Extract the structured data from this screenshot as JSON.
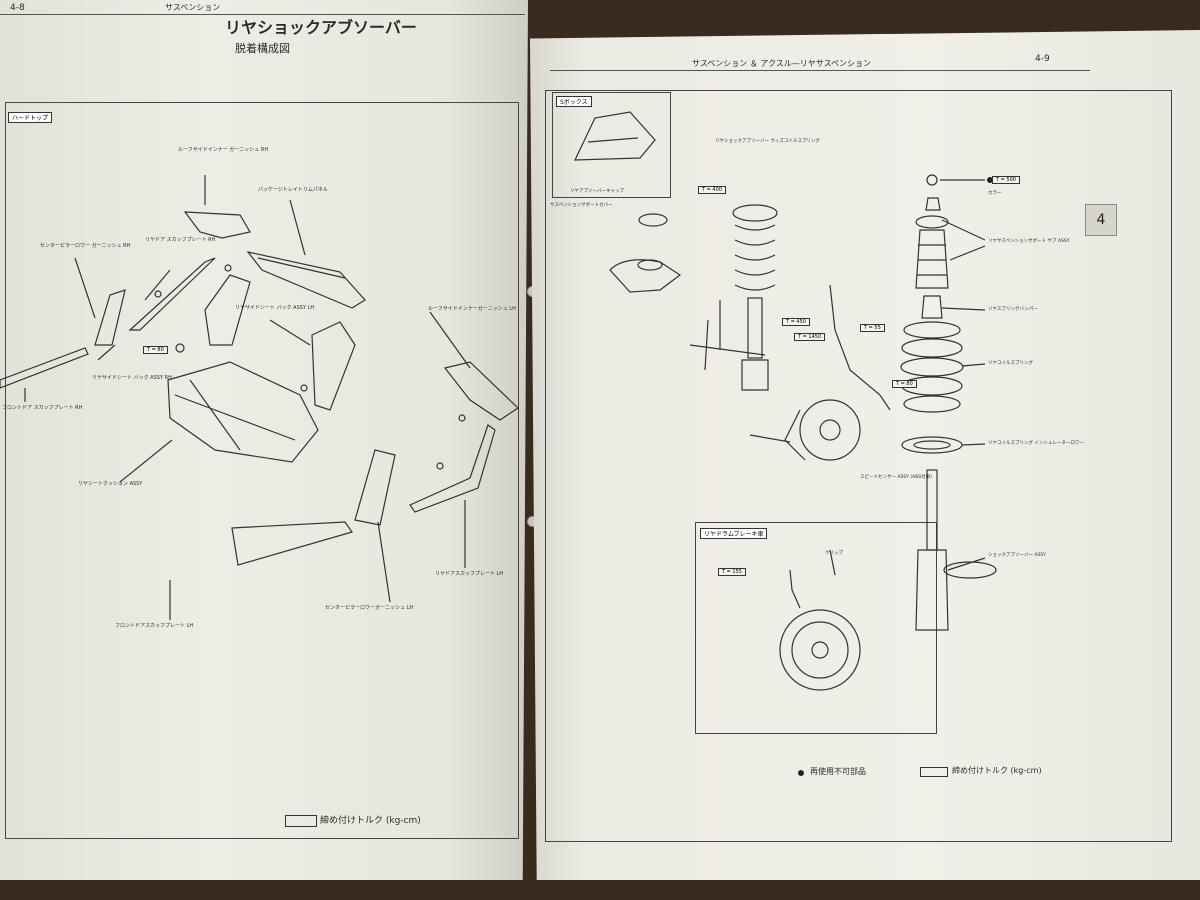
{
  "left_page": {
    "page_number": "4-8",
    "running_header": "サスペンション",
    "title": "リヤショックアブソーバー",
    "subtitle": "脱着構成図",
    "section_label": "ハードトップ",
    "parts": [
      "ルーフサイドインナー ガーニッシュ RH",
      "パッケージトレイトリムパネル",
      "センターピラーロワー ガーニッシュ RH",
      "リヤドア スカッフプレート RH",
      "リヤサイドシート バック ASSY LH",
      "ルーフサイドインナーガーニッシュ LH",
      "リヤサイドシート バック ASSY RH",
      "フロントドア スカッフプレート RH",
      "リヤシートクッション ASSY",
      "リヤドアスカッフプレート LH",
      "センターピラーロワーガーニッシュ LH",
      "フロントドアスカッフプレート LH"
    ],
    "torque_tag": "T = 80",
    "legend": "締め付けトルク (kg-cm)"
  },
  "right_page": {
    "page_number": "4-9",
    "running_header": "サスペンション ＆ アクスル—リヤサスペンション",
    "tab_number": "4",
    "box_label": "Sボックス",
    "box_part": "リヤアブソーバーキャップ",
    "drum_label": "リヤドラムブレーキ車",
    "parts": [
      "リヤショックアブソーバー ウィズコイルスプリング",
      "サスペンションサポートカバー",
      "カラー",
      "リヤサスペンションサポート サブ ASSY",
      "リヤスプリングバンパー",
      "リヤコイルスプリング",
      "リヤコイルスプリング インシュレーターロワー",
      "スピードセンサー ASSY (ABS付車)",
      "ショックアブソーバー ASSY",
      "クリップ"
    ],
    "torque_tags": [
      "T = 400",
      "T = 500",
      "T = 450",
      "T = 1450",
      "T = 55",
      "T = 80",
      "T = 155"
    ],
    "legend_nonreusable": "再使用不可部品",
    "legend_torque": "締め付けトルク (kg-cm)"
  }
}
